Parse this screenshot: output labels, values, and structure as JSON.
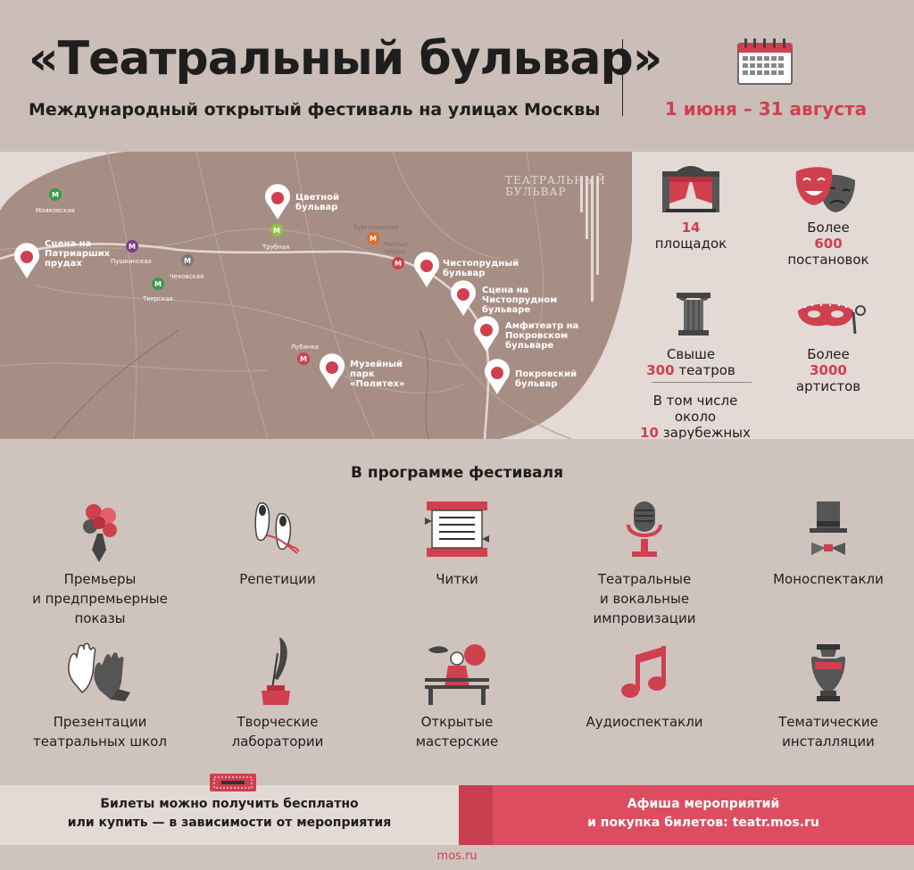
{
  "header": {
    "title": "«Театральный бульвар»",
    "subtitle": "Международный открытый фестиваль на улицах Москвы",
    "dates": "1 июня – 31 августа"
  },
  "map": {
    "logo_line1": "ТЕАТРАЛЬНЫЙ",
    "logo_line2": "БУЛЬВАР",
    "venues": [
      "Сцена на Патриарших прудах",
      "Цветной бульвар",
      "Чистопрудный бульвар",
      "Сцена на Чистопрудном бульваре",
      "Амфитеатр на Покровском бульваре",
      "Музейный парк «Политех»",
      "Покровский бульвар"
    ],
    "stations": [
      "Маяковская",
      "Пушкинская",
      "Чеховская",
      "Тверская",
      "Трубная",
      "Тургеневская",
      "Чистые пруды",
      "Лубянка"
    ]
  },
  "stats": {
    "venues_num": "14",
    "venues_label": "площадок",
    "shows_pre": "Более",
    "shows_num": "600",
    "shows_label": "постановок",
    "theatres_pre": "Свыше",
    "theatres_num": "300",
    "theatres_label": "театров",
    "foreign_line1": "В том числе",
    "foreign_line2": "около",
    "foreign_num": "10",
    "foreign_label": "зарубежных",
    "artists_pre": "Более",
    "artists_num": "3000",
    "artists_label": "артистов"
  },
  "program": {
    "title": "В программе фестиваля",
    "items": [
      {
        "icon": "flowers-icon",
        "line1": "Премьеры",
        "line2": "и предпремьерные",
        "line3": "показы"
      },
      {
        "icon": "pointe-shoes-icon",
        "line1": "Репетиции",
        "line2": "",
        "line3": ""
      },
      {
        "icon": "scroll-icon",
        "line1": "Читки",
        "line2": "",
        "line3": ""
      },
      {
        "icon": "microphone-icon",
        "line1": "Театральные",
        "line2": "и вокальные",
        "line3": "импровизации"
      },
      {
        "icon": "top-hat-icon",
        "line1": "Моноспектакли",
        "line2": "",
        "line3": ""
      },
      {
        "icon": "gloves-icon",
        "line1": "Презентации",
        "line2": "театральных школ",
        "line3": ""
      },
      {
        "icon": "quill-inkwell-icon",
        "line1": "Творческие",
        "line2": "лаборатории",
        "line3": ""
      },
      {
        "icon": "workshop-bench-icon",
        "line1": "Открытые",
        "line2": "мастерские",
        "line3": ""
      },
      {
        "icon": "music-note-icon",
        "line1": "Аудиоспектакли",
        "line2": "",
        "line3": ""
      },
      {
        "icon": "vase-icon",
        "line1": "Тематические",
        "line2": "инсталляции",
        "line3": ""
      }
    ]
  },
  "footer": {
    "tickets_line1": "Билеты можно получить бесплатно",
    "tickets_line2": "или купить — в зависимости от мероприятия",
    "poster_line1": "Афиша мероприятий",
    "poster_line2": "и покупка билетов: teatr.mos.ru",
    "site": "mos.ru"
  },
  "colors": {
    "accent": "#d0404f",
    "map": "#a78e85",
    "background": "#cfc3bd",
    "metro_green": "#3a9a4a",
    "metro_purple": "#7a3e8e",
    "metro_grey": "#7a7a7a",
    "metro_red": "#d0404f"
  }
}
